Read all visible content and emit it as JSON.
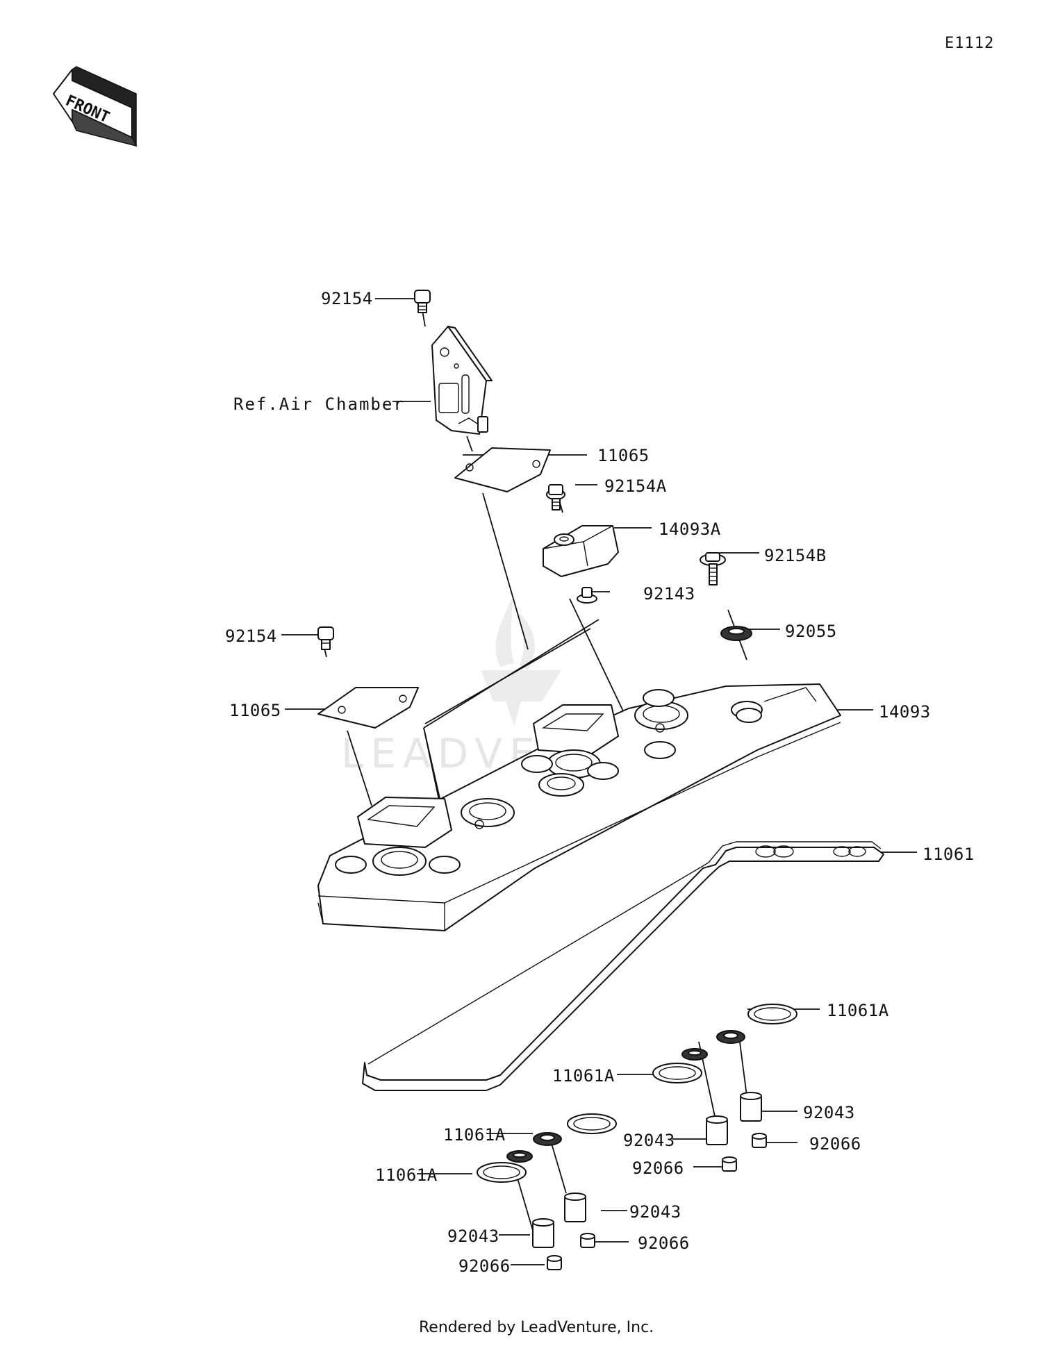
{
  "diagram_code": "E1112",
  "front_label": "FRONT",
  "watermark": "LEADVENTURE",
  "credit": "Rendered by LeadVenture, Inc.",
  "reference_label": "Ref.Air Chamber",
  "part_labels": [
    "92154",
    "11065",
    "92154A",
    "14093A",
    "92154B",
    "92143",
    "92055",
    "92154",
    "11065",
    "14093",
    "11061",
    "11061A",
    "11061A",
    "92043",
    "92066",
    "92043",
    "92066",
    "11061A",
    "11061A",
    "92043",
    "92066",
    "92043",
    "92066"
  ]
}
